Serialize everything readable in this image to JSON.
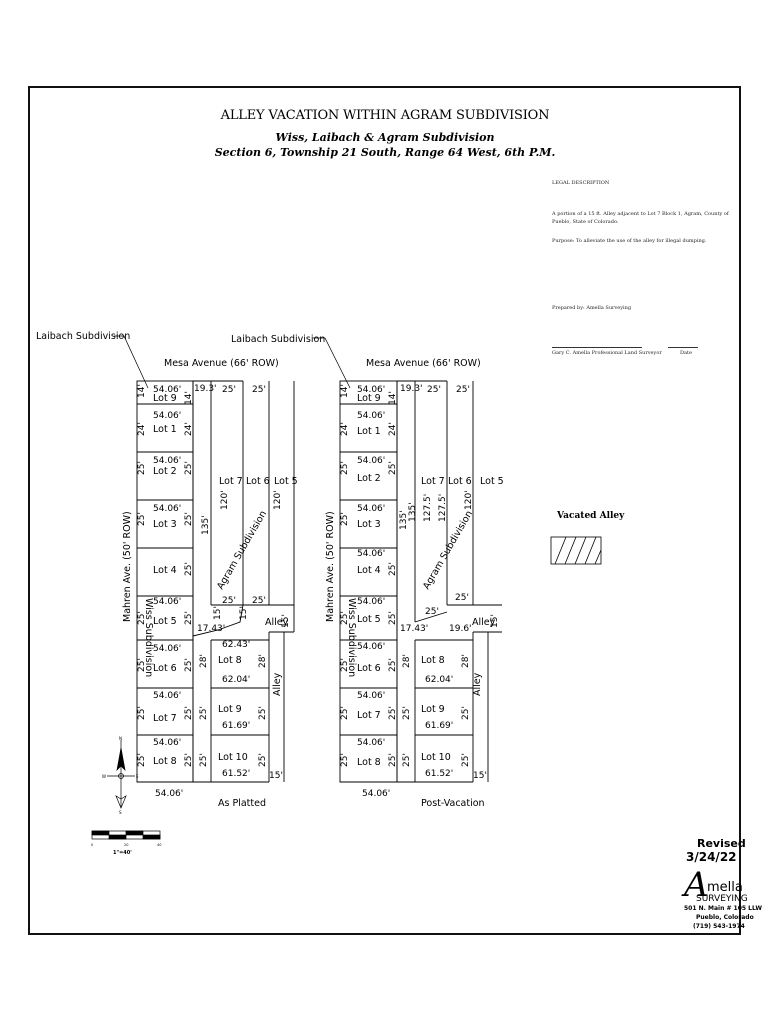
{
  "header": {
    "title": "ALLEY VACATION WITHIN AGRAM SUBDIVISION",
    "subtitle1": "Wiss, Laibach & Agram Subdivision",
    "subtitle2": "Section 6, Township 21 South, Range 64 West, 6th P.M."
  },
  "legal": {
    "heading": "LEGAL DESCRIPTION",
    "description": "A portion of a 15 ft. Alley adjacent to Lot 7 Block 1, Agram, County of Pueblo, State of Colorado.",
    "purpose": "Purpose: To alleviate the use of the alley for illegal dumping.",
    "prepared_by": "Prepared by: Amella Surveying",
    "signer": "Gary C. Amella Professional Land Surveyor",
    "date_label": "Date"
  },
  "plat": {
    "laibach_sub": "Laibach Subdivision",
    "mesa_ave": "Mesa Avenue (66' ROW)",
    "mahren_ave": "Mahren Ave. (50' ROW)",
    "wiss_sub": "Wiss Subdivision",
    "agram_sub": "Agram Subdivision",
    "alley": "Alley",
    "lots": {
      "lot9": "Lot 9",
      "lot1": "Lot 1",
      "lot2": "Lot 2",
      "lot3": "Lot 3",
      "lot4": "Lot 4",
      "lot5": "Lot 5",
      "lot6": "Lot 6",
      "lot7": "Lot 7",
      "lot8": "Lot 8",
      "lot10": "Lot 10"
    },
    "dims": {
      "d5406": "54.06'",
      "d193": "19.3'",
      "d196": "19.6'",
      "d25": "25'",
      "d24": "24'",
      "d14": "14'",
      "d28": "28'",
      "d15": "15'",
      "d135": "135'",
      "d120": "120'",
      "d1275": "127.5'",
      "d1743": "17.43'",
      "d6243": "62.43'",
      "d6204": "62.04'",
      "d6169": "61.69'",
      "d6152": "61.52'"
    },
    "as_platted": "As Platted",
    "post_vacation": "Post-Vacation"
  },
  "legend": {
    "vacated_alley": "Vacated Alley"
  },
  "scale": {
    "label": "1\"=40'",
    "ticks": [
      "0",
      "20",
      "40"
    ]
  },
  "compass": {
    "n": "N",
    "s": "S",
    "e": "E",
    "w": "W"
  },
  "revision": {
    "label": "Revised",
    "date": "3/24/22"
  },
  "company": {
    "logo_letter": "A",
    "name_rest": "mella",
    "surveying": "SURVEYING",
    "address": "501 N. Main # 105 LLW",
    "city": "Pueblo, Colorado",
    "phone": "(719) 543-1974"
  }
}
